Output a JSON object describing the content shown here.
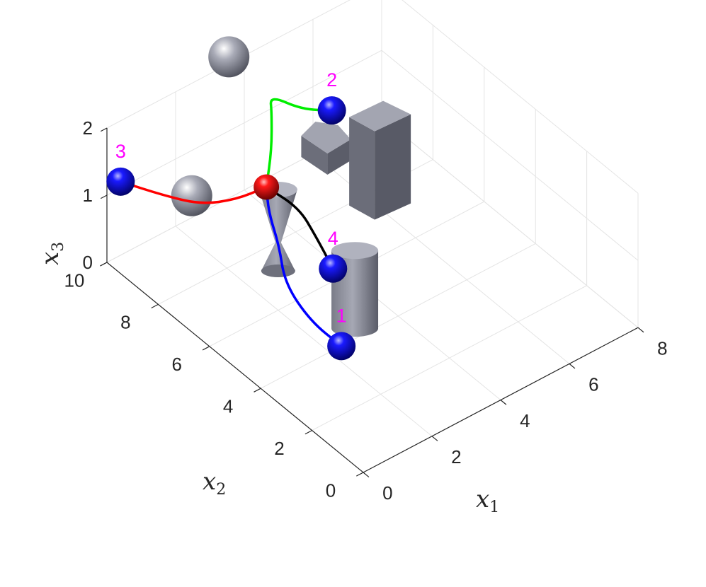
{
  "chart_data": {
    "type": "scatter3d",
    "title": "",
    "xlabel": "x",
    "xlabel_sub": "1",
    "ylabel": "x",
    "ylabel_sub": "2",
    "zlabel": "x",
    "zlabel_sub": "3",
    "xlim": [
      0,
      8
    ],
    "ylim": [
      0,
      10
    ],
    "zlim": [
      0,
      2
    ],
    "xticks": [
      "0",
      "2",
      "4",
      "6",
      "8"
    ],
    "yticks": [
      "0",
      "2",
      "4",
      "6",
      "8",
      "10"
    ],
    "zticks": [
      "0",
      "1",
      "2"
    ],
    "grid": true,
    "goal": {
      "x": 3.0,
      "y": 7.8,
      "z": 1.0,
      "color": "#e00000"
    },
    "agents": [
      {
        "label": "1",
        "x": 2.2,
        "y": 3.8,
        "z": 0.1
      },
      {
        "label": "2",
        "x": 6.4,
        "y": 9.8,
        "z": 0.6
      },
      {
        "label": "3",
        "x": 0.1,
        "y": 9.6,
        "z": 1.3
      },
      {
        "label": "4",
        "x": 3.0,
        "y": 5.2,
        "z": 0.6
      }
    ],
    "agent_color": "#0a0aa8",
    "label_color": "#ff00ff",
    "trajectories": [
      {
        "agent": "1",
        "color": "#0000ff",
        "points": [
          [
            2.2,
            3.8,
            0.1
          ],
          [
            1.9,
            4.6,
            0.3
          ],
          [
            1.9,
            5.6,
            0.55
          ],
          [
            2.4,
            6.5,
            0.7
          ],
          [
            2.7,
            7.3,
            0.85
          ],
          [
            3.0,
            7.8,
            1.0
          ]
        ]
      },
      {
        "agent": "2",
        "color": "#00ee00",
        "points": [
          [
            6.4,
            9.8,
            0.6
          ],
          [
            5.6,
            9.9,
            0.8
          ],
          [
            4.9,
            10.2,
            1.1
          ],
          [
            4.2,
            9.2,
            1.35
          ],
          [
            3.6,
            8.4,
            1.2
          ],
          [
            3.0,
            7.8,
            1.0
          ]
        ]
      },
      {
        "agent": "3",
        "color": "#ff0000",
        "points": [
          [
            0.1,
            9.6,
            1.3
          ],
          [
            0.8,
            8.8,
            1.15
          ],
          [
            1.4,
            8.2,
            1.05
          ],
          [
            2.2,
            7.9,
            1.0
          ],
          [
            3.0,
            7.8,
            1.0
          ]
        ]
      },
      {
        "agent": "4",
        "color": "#000000",
        "points": [
          [
            3.0,
            5.2,
            0.6
          ],
          [
            3.1,
            6.0,
            0.8
          ],
          [
            3.2,
            6.8,
            0.95
          ],
          [
            3.0,
            7.8,
            1.0
          ]
        ]
      }
    ],
    "obstacles": [
      {
        "shape": "sphere",
        "x": 1.2,
        "y": 8.3,
        "z": 1.2
      },
      {
        "shape": "sphere",
        "x": 3.7,
        "y": 10.2,
        "z": 2.0
      },
      {
        "shape": "hourglass",
        "x": 2.3,
        "y": 6.4,
        "z": 0.8
      },
      {
        "shape": "cylinder",
        "x": 2.6,
        "y": 4.2,
        "z": 0.5
      },
      {
        "shape": "hexagonal-prism",
        "x": 4.0,
        "y": 8.0,
        "z": 1.4
      },
      {
        "shape": "box",
        "x": 6.0,
        "y": 7.4,
        "z": 0.6
      }
    ],
    "obstacle_color": "#8a8d9b"
  }
}
